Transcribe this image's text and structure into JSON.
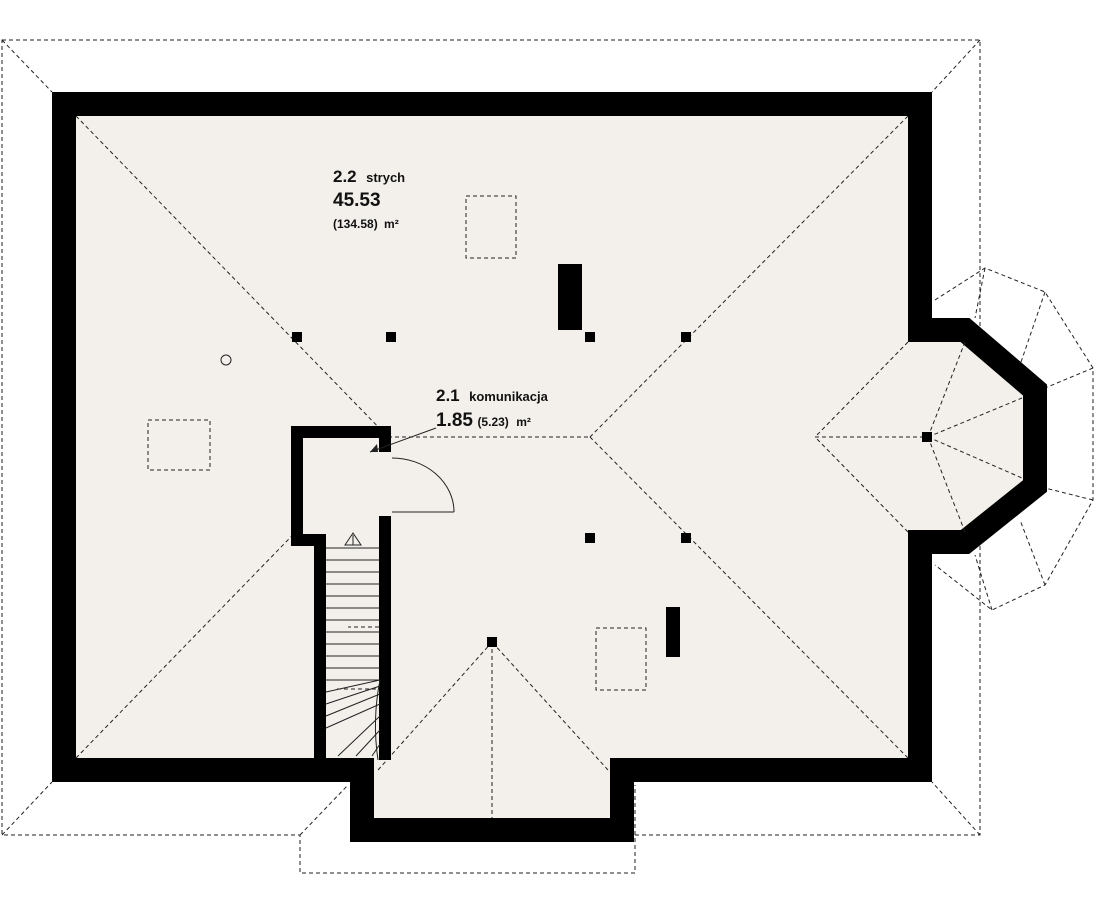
{
  "rooms": [
    {
      "number": "2.2",
      "name": "strych",
      "area": "45.53",
      "total_area": "(134.58)",
      "unit": "m²"
    },
    {
      "number": "2.1",
      "name": "komunikacja",
      "area": "1.85",
      "total_area": "(5.23)",
      "unit": "m²"
    }
  ],
  "colors": {
    "floor": "#f3f0ec",
    "wall": "#000000",
    "line": "#222222"
  }
}
